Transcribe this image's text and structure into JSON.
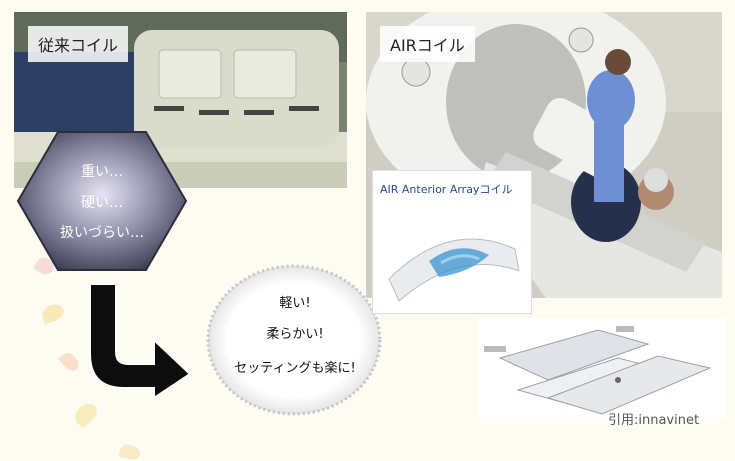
{
  "conventional": {
    "tag": "従来コイル",
    "complaints": [
      "重い…",
      "硬い…",
      "扱いづらい…"
    ]
  },
  "air": {
    "tag": "AIRコイル",
    "inset_title": "AIR Anterior Arrayコイル"
  },
  "benefits": [
    "軽い!",
    "柔らかい!",
    "セッティングも楽に!"
  ],
  "credit": "引用:innavinet",
  "colors": {
    "hex_center": "#8b8ba6",
    "hex_edge": "#3d3d52",
    "arrow": "#0d0d0d"
  }
}
